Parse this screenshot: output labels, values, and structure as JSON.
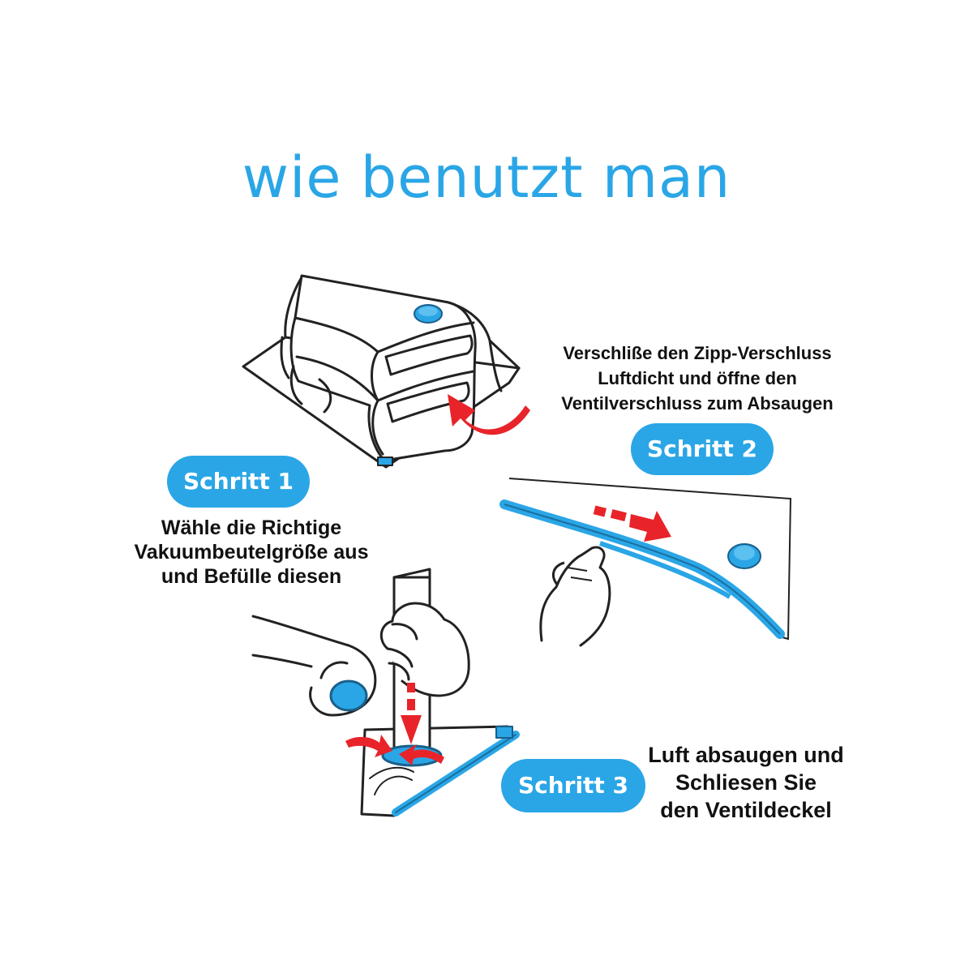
{
  "title": "wie benutzt man",
  "colors": {
    "accent": "#2aa6e6",
    "arrow": "#e8242a",
    "line": "#222222",
    "text": "#111111"
  },
  "steps": [
    {
      "label": "Schritt 1",
      "lines": [
        "Wähle die Richtige",
        "Vakuumbeutelgröße aus",
        "und Befülle diesen"
      ]
    },
    {
      "label": "Schritt 2",
      "lines": [
        "Verschliße den Zipp-Verschluss",
        "Luftdicht und öffne den",
        "Ventilverschluss zum Absaugen"
      ]
    },
    {
      "label": "Schritt 3",
      "lines": [
        "Luft absaugen und",
        "Schliesen Sie",
        "den Ventildeckel"
      ]
    }
  ],
  "icons": {
    "folded-clothes-bag": "folded-clothes-bag-icon",
    "zipper-hand": "zipper-hand-icon",
    "pump-hand": "pump-hand-icon",
    "valve": "valve-icon",
    "arrow": "red-arrow-icon"
  }
}
